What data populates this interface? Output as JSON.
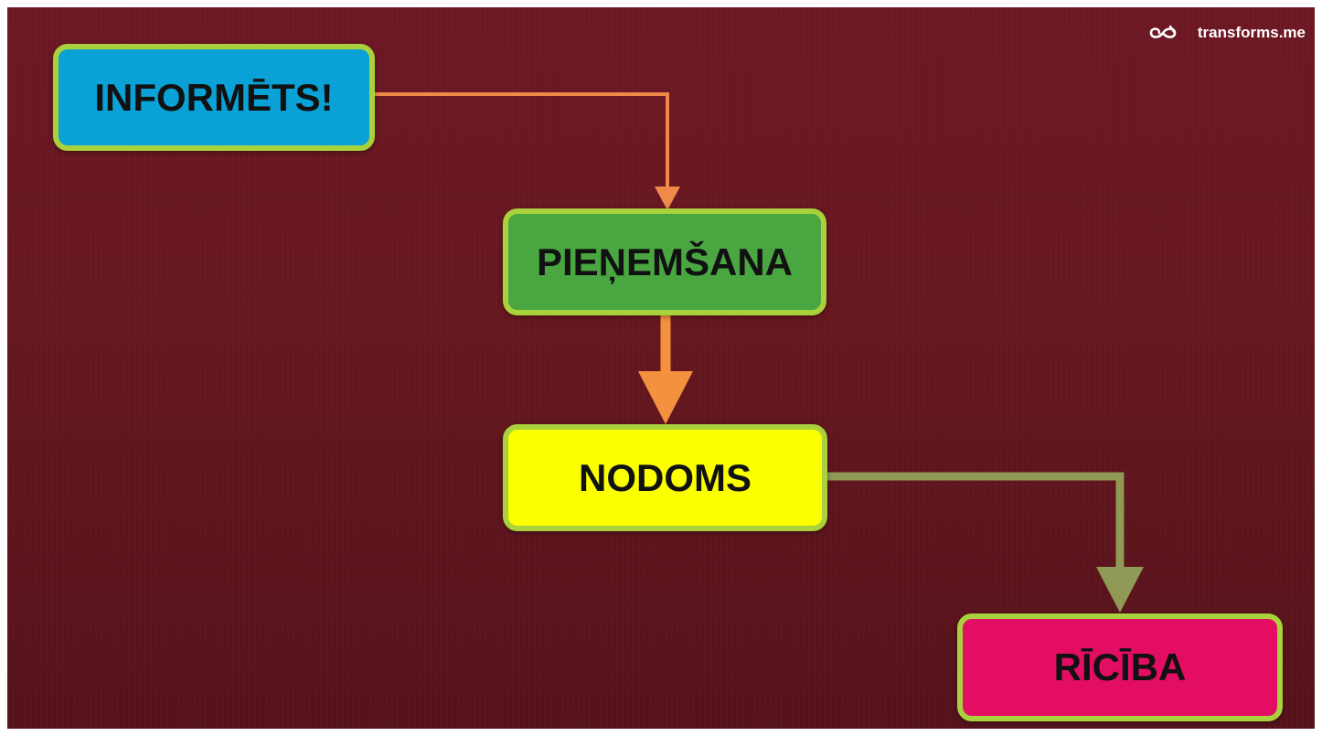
{
  "logo": {
    "text": "transforms.me",
    "icon": "infinity-icon"
  },
  "diagram": {
    "nodes": [
      {
        "id": "informets",
        "label": "INFORMĒTS!",
        "fill": "#0aa2d6"
      },
      {
        "id": "pienemsana",
        "label": "PIEŅEMŠANA",
        "fill": "#49a641"
      },
      {
        "id": "nodoms",
        "label": "NODOMS",
        "fill": "#fbff00"
      },
      {
        "id": "riciba",
        "label": "RĪCĪBA",
        "fill": "#e30e63"
      }
    ],
    "edges": [
      {
        "from": "informets",
        "to": "pienemsana",
        "color": "#f08a48"
      },
      {
        "from": "pienemsana",
        "to": "nodoms",
        "color": "#f4913f"
      },
      {
        "from": "nodoms",
        "to": "riciba",
        "color": "#8e9a55"
      }
    ],
    "border_color": "#a9d13b",
    "background": "#6a1724"
  }
}
